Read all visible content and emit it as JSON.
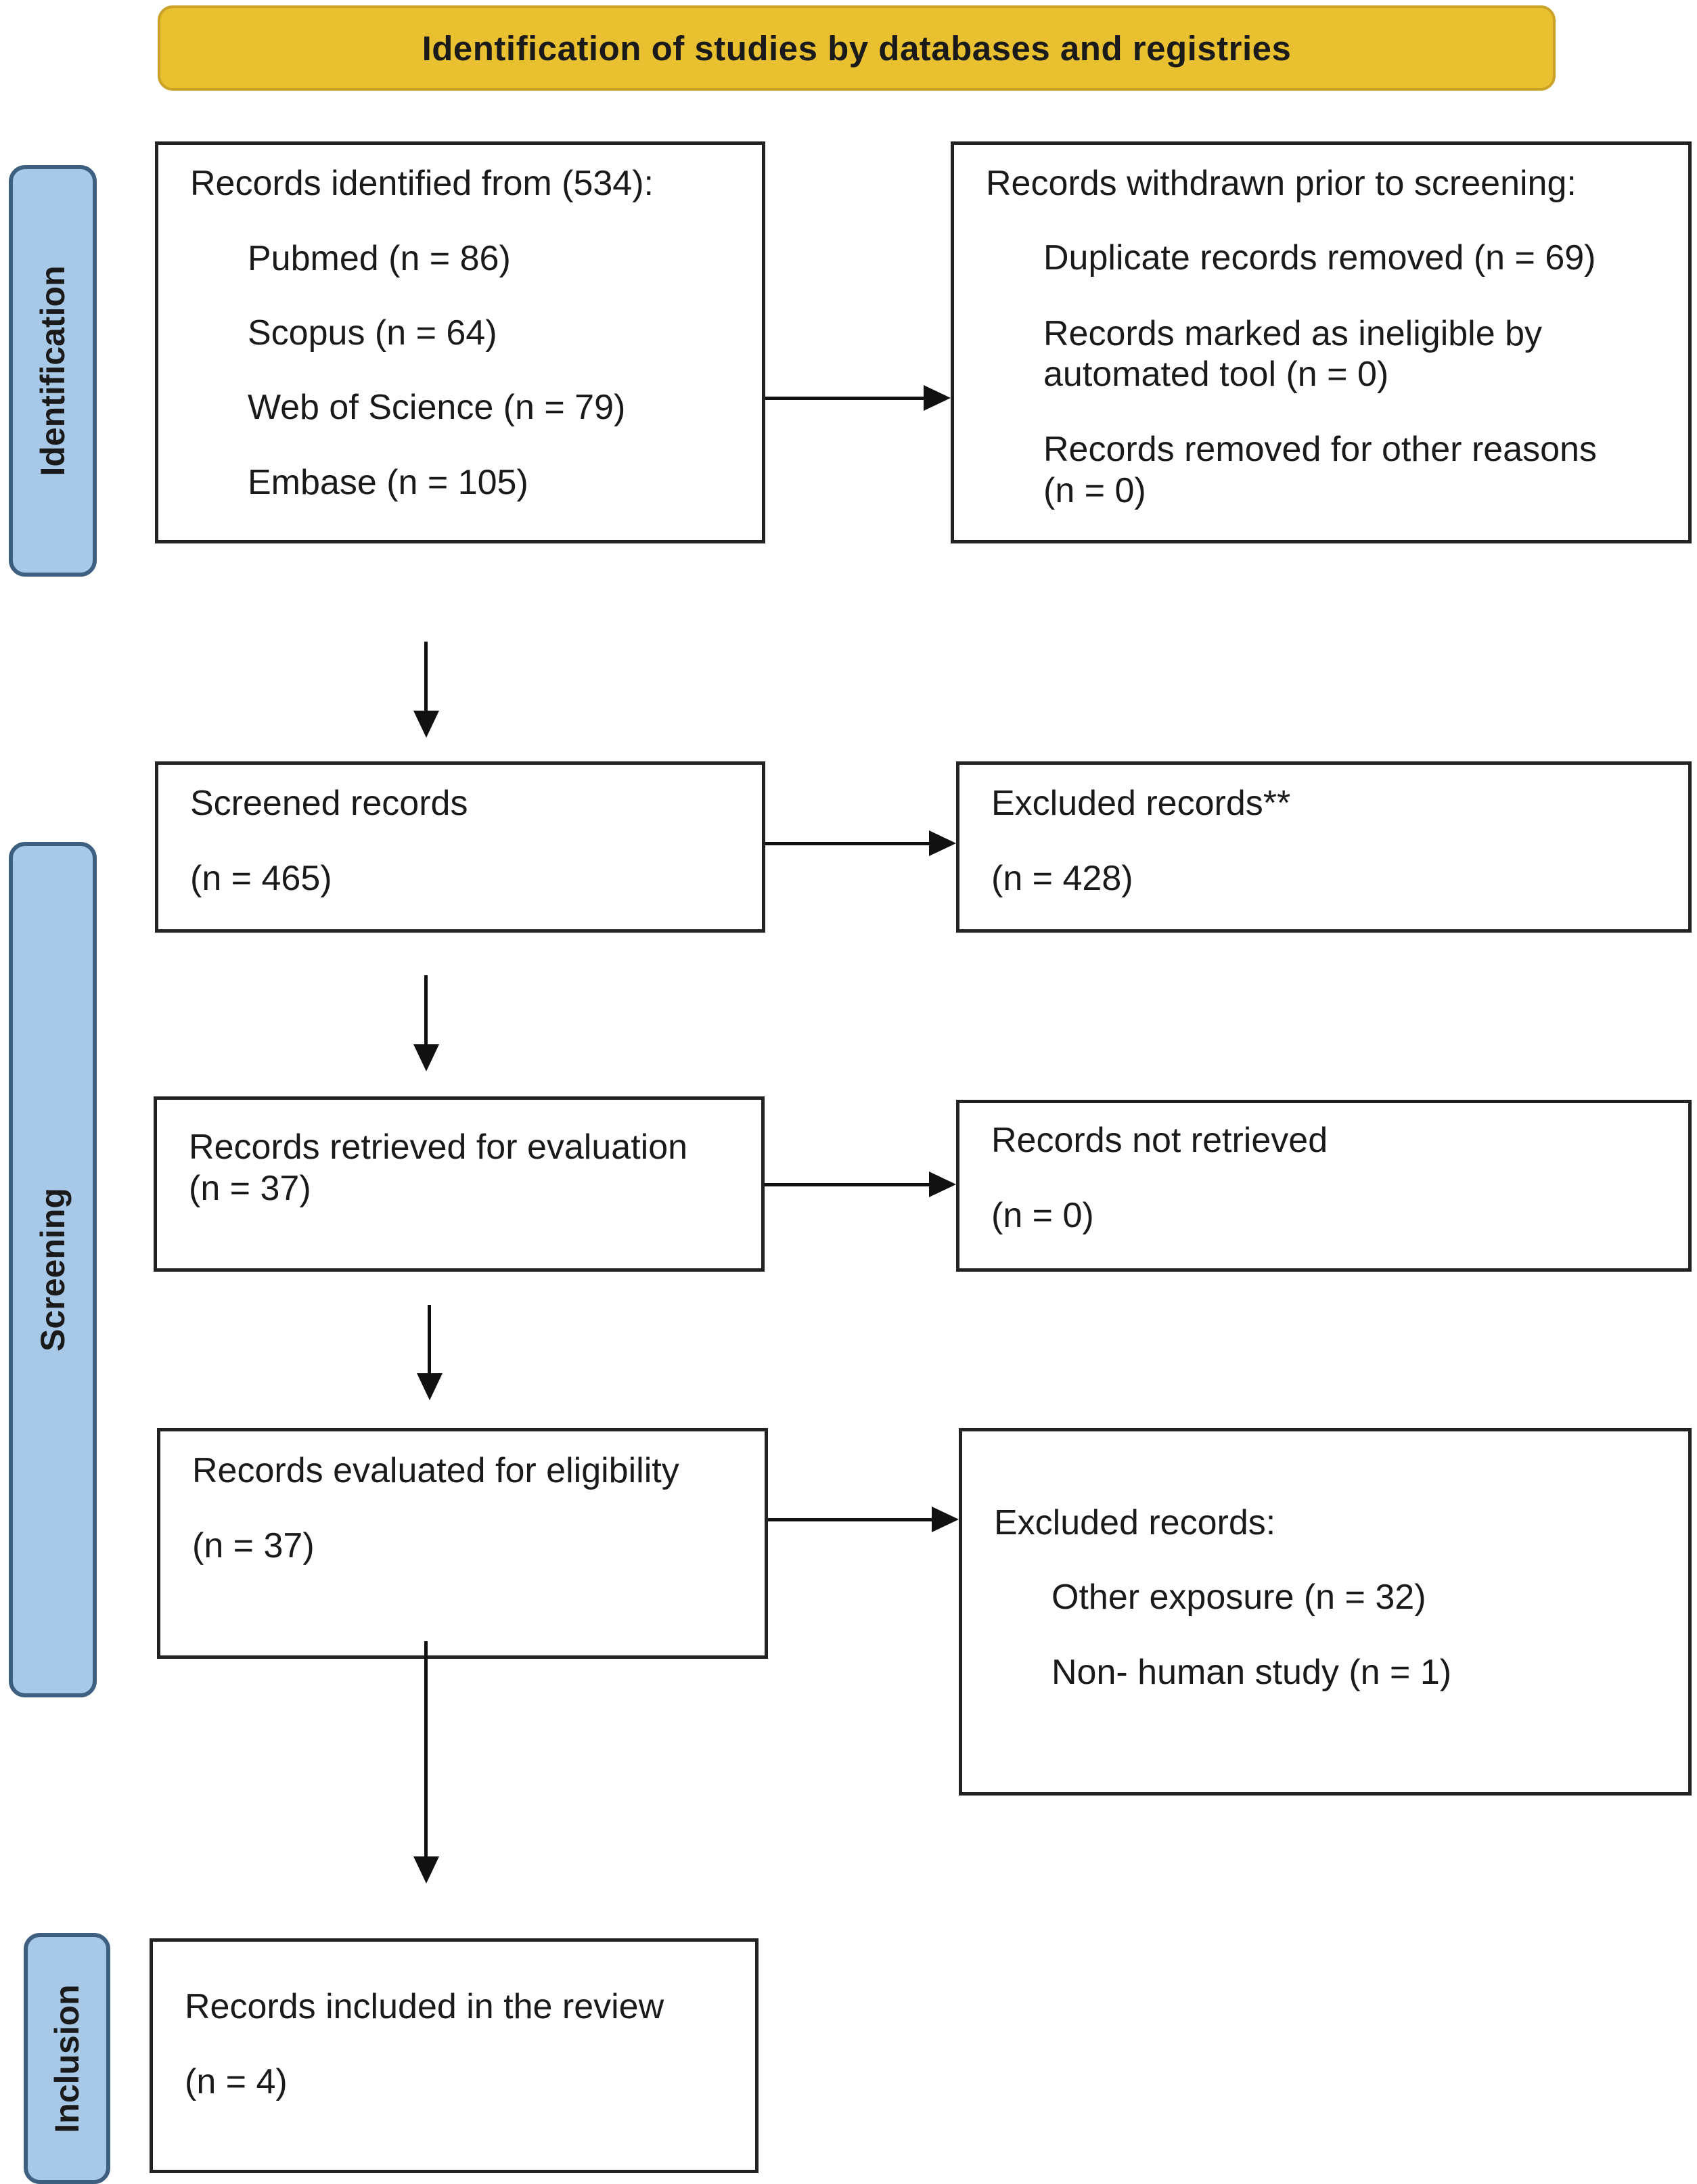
{
  "header": "Identification of studies by databases and registries",
  "phases": {
    "identification": "Identification",
    "screening": "Screening",
    "inclusion": "Inclusion"
  },
  "identified": {
    "title": "Records identified from (534):",
    "pubmed": "Pubmed (n = 86)",
    "scopus": "Scopus (n = 64)",
    "wos": "Web of Science (n = 79)",
    "embase": "Embase (n = 105)"
  },
  "withdrawn": {
    "title": "Records withdrawn prior to screening:",
    "duplicates": "Duplicate records removed (n = 69)",
    "ineligible_1": "Records marked as ineligible by",
    "ineligible_2": "automated tool (n = 0)",
    "other_1": "Records removed for other reasons",
    "other_2": "(n = 0)"
  },
  "screened": {
    "title": "Screened records",
    "count": "(n = 465)"
  },
  "excluded_screen": {
    "title": "Excluded records**",
    "count": "(n = 428)"
  },
  "retrieved": {
    "title": "Records retrieved for evaluation",
    "count": "(n = 37)"
  },
  "not_retrieved": {
    "title": "Records not retrieved",
    "count": "(n = 0)"
  },
  "evaluated": {
    "title": "Records evaluated for eligibility",
    "count": "(n = 37)"
  },
  "excluded_eligibility": {
    "title": "Excluded records:",
    "other_exposure": "Other exposure (n = 32)",
    "non_human": "Non- human study (n = 1)"
  },
  "included": {
    "title": "Records included in the review",
    "count": "(n = 4)"
  }
}
